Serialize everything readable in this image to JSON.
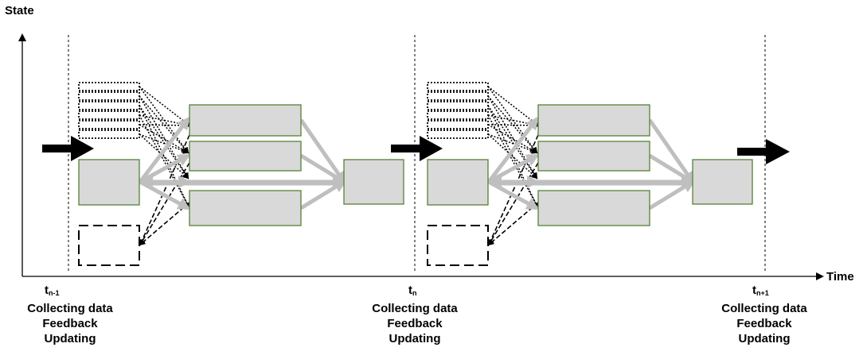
{
  "axes": {
    "y_label": "State",
    "x_label": "Time"
  },
  "time_points": [
    {
      "symbol": "t",
      "subscript": "n-1",
      "lines": [
        "Collecting data",
        "Feedback",
        "Updating"
      ]
    },
    {
      "symbol": "t",
      "subscript": "n",
      "lines": [
        "Collecting data",
        "Feedback",
        "Updating"
      ]
    },
    {
      "symbol": "t",
      "subscript": "n+1",
      "lines": [
        "Collecting data",
        "Feedback",
        "Updating"
      ]
    }
  ],
  "colors": {
    "box_fill": "#d9d9d9",
    "box_border": "#548235",
    "arrow_gray": "#bfbfbf",
    "ink": "#000000"
  }
}
